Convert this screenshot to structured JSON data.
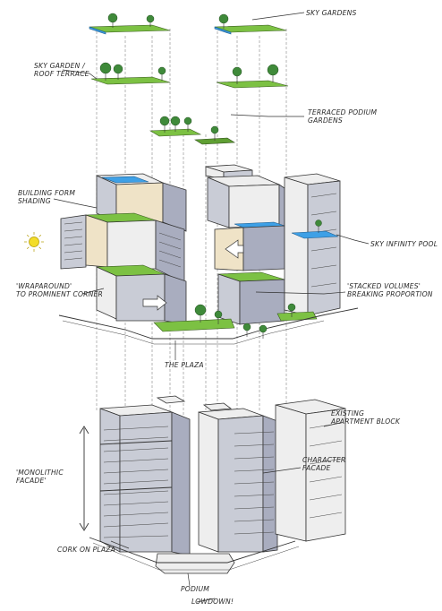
{
  "labels": {
    "sky_gardens": "SKY GARDENS",
    "sky_garden_roof_terrace": "SKY GARDEN /\nROOF TERRACE",
    "terraced_podium_gardens": "TERRACED PODIUM\nGARDENS",
    "building_form_shading": "BUILDING FORM\nSHADING",
    "sky_infinity_pool": "SKY INFINITY POOL",
    "wraparound_to_prominent_corner": "'WRAPAROUND'\nTO PROMINENT CORNER",
    "stacked_volumes_breaking_proportion": "'STACKED VOLUMES'\nBREAKING PROPORTION",
    "the_plaza": "THE PLAZA",
    "existing_apartment_block": "EXISTING\nAPARTMENT BLOCK",
    "monolithic_facade": "'MONOLITHIC\nFACADE'",
    "character_facade": "CHARACTER\nFACADE",
    "podium": "PODIUM",
    "cork_on_plaza": "CORK ON PLAZA",
    "lowdown": "LOWDOWN!"
  },
  "colors": {
    "green": "#7cc143",
    "blue": "#3ea0e6",
    "building_light": "#c9ccd6",
    "building_dark": "#a9adbf",
    "sun": "#f3dd2a"
  },
  "icons": [
    "sun-icon",
    "tree-icon",
    "arrow-icon"
  ]
}
